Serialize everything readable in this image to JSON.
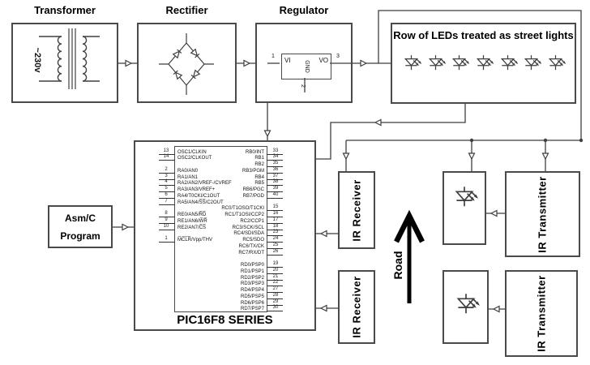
{
  "diagram": {
    "power_chain": {
      "transformer": {
        "title": "Transformer",
        "voltage_label": "~230v"
      },
      "rectifier": {
        "title": "Rectifier"
      },
      "regulator": {
        "title": "Regulator",
        "pin1_num": "1",
        "pin1_label": "VI",
        "pin2_num": "2",
        "pin2_label": "GND",
        "pin3_num": "3",
        "pin3_label": "VO"
      }
    },
    "led_row": {
      "title": "Row of LEDs treated as street lights",
      "led_count": 7
    },
    "mcu": {
      "title": "PIC16F8 SERIES",
      "pin_rows": [
        [
          "13",
          "OSC1/CLKIN",
          "RB0/INT",
          "33"
        ],
        [
          "14",
          "OSC2/CLKOUT",
          "RB1",
          "34"
        ],
        [
          "",
          "",
          "RB2",
          "35"
        ],
        [
          "2",
          "RA0/AN0",
          "RB3/PGM",
          "36"
        ],
        [
          "3",
          "RA1/AN1",
          "RB4",
          "37"
        ],
        [
          "4",
          "RA2/AN2/VREF-/CVREF",
          "RB5",
          "38"
        ],
        [
          "5",
          "RA3/AN3/VREF+",
          "RB6/PGC",
          "39"
        ],
        [
          "6",
          "RA4/T0CKI/C1OUT",
          "RB7/PGD",
          "40"
        ],
        [
          "7",
          "RA5/AN4/S̅S̅/C2OUT",
          "",
          ""
        ],
        [
          "",
          "",
          "RC0/T1OSO/T1CKI",
          "15"
        ],
        [
          "8",
          "RE0/AN5/R̅D̅",
          "RC1/T1OSI/CCP2",
          "16"
        ],
        [
          "9",
          "RE1/AN6/W̅R̅",
          "RC2/CCP1",
          "17"
        ],
        [
          "10",
          "RE2/AN7/C̅S̅",
          "RC3/SCK/SCL",
          "18"
        ],
        [
          "",
          "",
          "RC4/SDI/SDA",
          "23"
        ],
        [
          "1",
          "M̅C̅L̅R̅/Vpp/THV",
          "RC5/SDO",
          "24"
        ],
        [
          "",
          "",
          "RC6/TX/CK",
          "25"
        ],
        [
          "",
          "",
          "RC7/RX/DT",
          "26"
        ],
        [
          "",
          "",
          "",
          ""
        ],
        [
          "",
          "",
          "RD0/PSP0",
          "19"
        ],
        [
          "",
          "",
          "RD1/PSP1",
          "20"
        ],
        [
          "",
          "",
          "RD2/PSP2",
          "21"
        ],
        [
          "",
          "",
          "RD3/PSP3",
          "22"
        ],
        [
          "",
          "",
          "RD4/PSP4",
          "27"
        ],
        [
          "",
          "",
          "RD5/PSP5",
          "28"
        ],
        [
          "",
          "",
          "RD6/PSP6",
          "29"
        ],
        [
          "",
          "",
          "RD7/PSP7",
          "30"
        ]
      ]
    },
    "program": {
      "line1": "Asm/C",
      "line2": "Program"
    },
    "ir_receivers": [
      {
        "label": "IR Receiver"
      },
      {
        "label": "IR Receiver"
      }
    ],
    "ir_transmitters": [
      {
        "label": "IR Transmitter"
      },
      {
        "label": "IR Transmitter"
      }
    ],
    "road_label": "Road",
    "colors": {
      "line": "#3f3f3f",
      "text": "#000000",
      "background": "#ffffff"
    }
  }
}
